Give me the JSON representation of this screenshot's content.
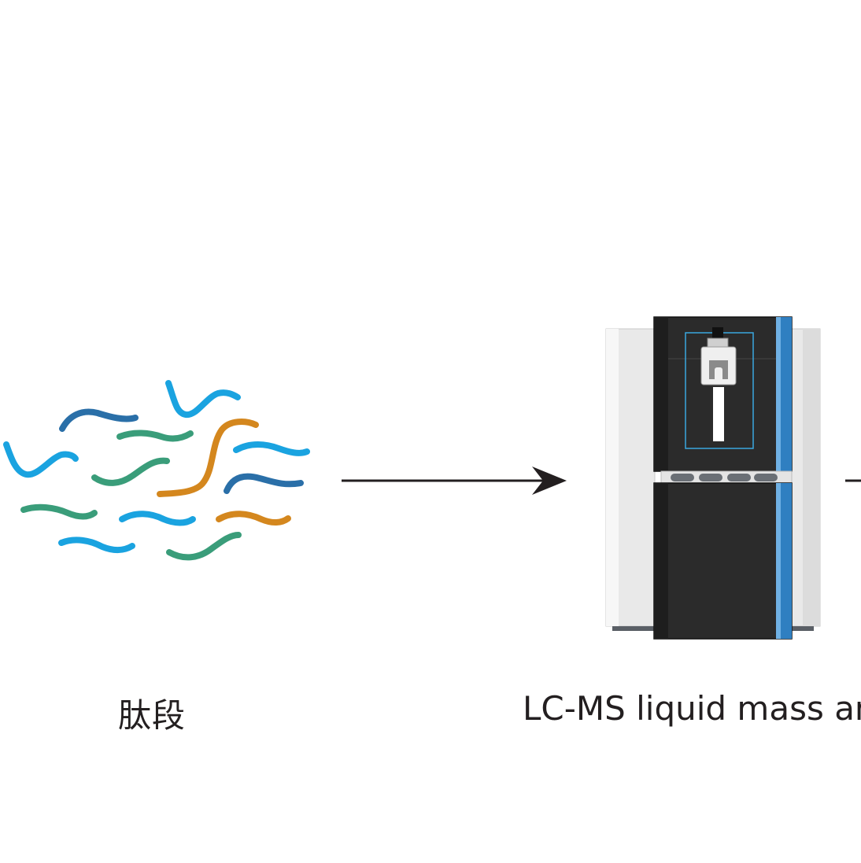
{
  "steps": [
    {
      "id": "peptides",
      "label": "肽段"
    },
    {
      "id": "lcms",
      "label": "LC-MS liquid mass ana"
    }
  ],
  "colors": {
    "background": "#ffffff",
    "text": "#231f20",
    "arrow": "#231f20",
    "peptide_light_blue": "#1aa3e0",
    "peptide_dark_blue": "#2a6fa8",
    "peptide_green": "#3a9d7a",
    "peptide_orange": "#d4871e",
    "instrument_body": "#2b2b2b",
    "instrument_side": "#e8e8e8",
    "instrument_accent": "#2f7fc1"
  },
  "icons": {
    "peptides": "peptide-strands-icon",
    "instrument": "lc-ms-instrument-icon",
    "arrow": "right-arrow-icon"
  }
}
